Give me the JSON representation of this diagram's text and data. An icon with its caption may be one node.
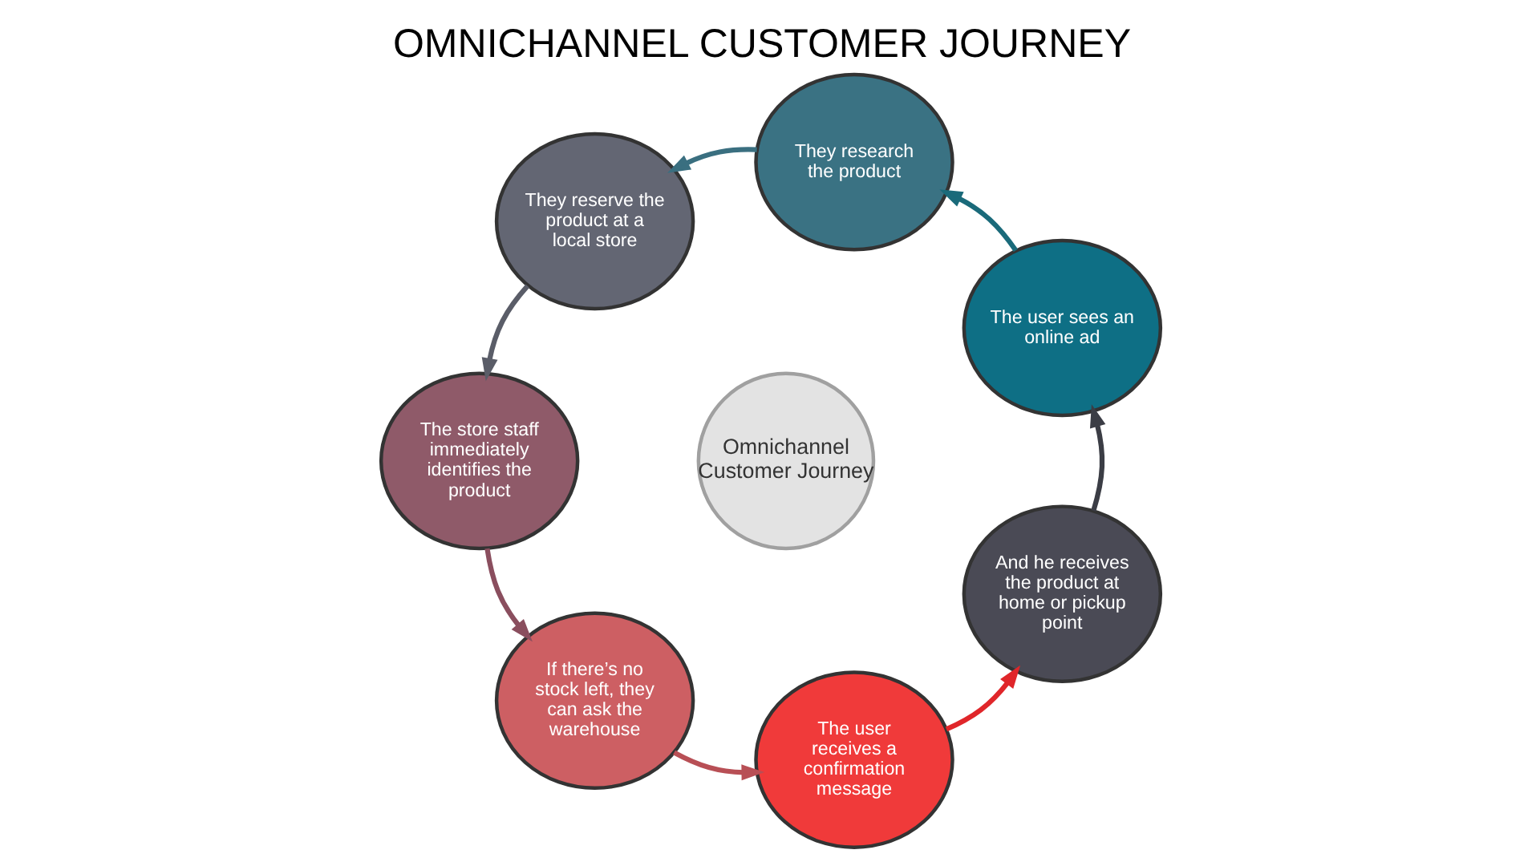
{
  "diagram": {
    "title": "OMNICHANNEL CUSTOMER JOURNEY",
    "nodes": [
      {
        "text": [
          "Omnichannel Customer Journey"
        ]
      },
      {
        "text": [
          "The user sees an online ad"
        ]
      },
      {
        "text": [
          "They research the product"
        ]
      },
      {
        "text": [
          "They reserve the product at a local store"
        ]
      },
      {
        "text": [
          "The store staff immediately identifies the product"
        ]
      },
      {
        "text": [
          "If there’s no stock left, they can ask the warehouse"
        ]
      },
      {
        "text": [
          "The user receives a confirmation message"
        ]
      },
      {
        "text": [
          "And he receives the product at home or pickup point"
        ]
      }
    ],
    "edges": [
      {
        "from": 1,
        "to": 2,
        "arrow": "to",
        "color": "#1a6a7a"
      },
      {
        "from": 2,
        "to": 3,
        "arrow": "to",
        "color": "#3a6f80"
      },
      {
        "from": 3,
        "to": 4,
        "arrow": "to",
        "color": "#5a5d68"
      },
      {
        "from": 4,
        "to": 5,
        "arrow": "to",
        "color": "#8a4e5e"
      },
      {
        "from": 5,
        "to": 6,
        "arrow": "to",
        "color": "#b84f55"
      },
      {
        "from": 6,
        "to": 7,
        "arrow": "to",
        "color": "#e0262a"
      },
      {
        "from": 7,
        "to": 1,
        "arrow": "to",
        "color": "#3b3d45"
      }
    ]
  }
}
